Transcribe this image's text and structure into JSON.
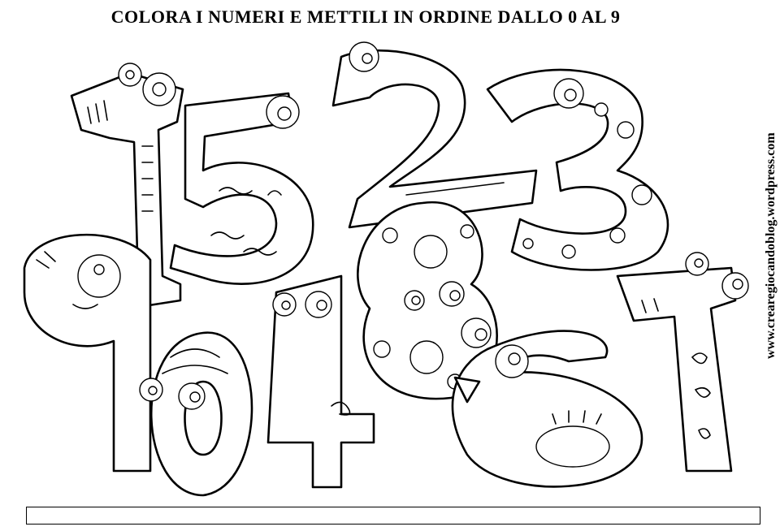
{
  "worksheet": {
    "title": "COLORA I NUMERI E METTILI IN ORDINE DALLO 0 AL 9",
    "side_credit": "www.crearegiocandoblog.wordpress.com",
    "answer_field": {
      "value": ""
    }
  },
  "illustration": {
    "numbers": [
      "1",
      "5",
      "2",
      "3",
      "9",
      "4",
      "8",
      "0",
      "6",
      "7"
    ]
  }
}
